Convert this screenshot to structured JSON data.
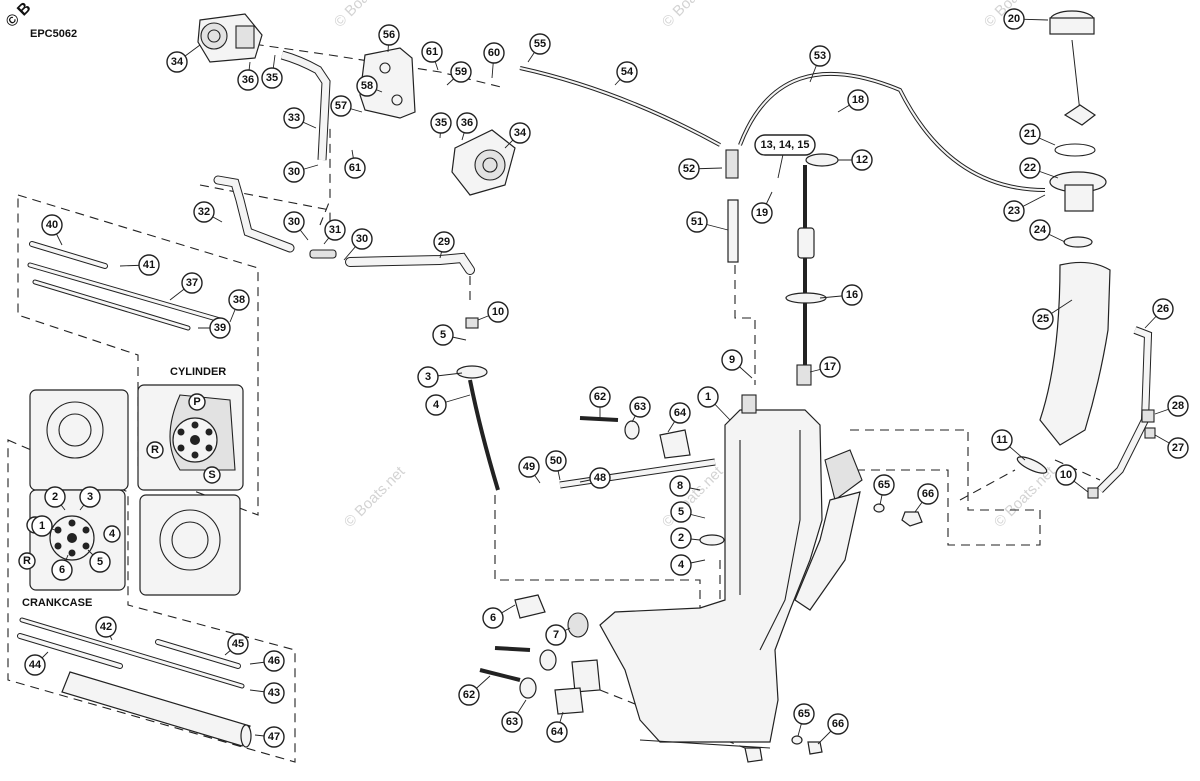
{
  "copyright_mark": "© B",
  "code": "EPC5062",
  "watermark": "© Boats.net",
  "labels": {
    "cylinder": "CYLINDER",
    "crankcase": "CRANKCASE"
  },
  "callouts": [
    "1",
    "2",
    "3",
    "4",
    "5",
    "6",
    "7",
    "8",
    "9",
    "10",
    "11",
    "12",
    "13, 14, 15",
    "16",
    "17",
    "18",
    "19",
    "20",
    "21",
    "22",
    "23",
    "24",
    "25",
    "26",
    "27",
    "28",
    "29",
    "30",
    "31",
    "32",
    "33",
    "34",
    "35",
    "36",
    "37",
    "38",
    "39",
    "40",
    "41",
    "42",
    "43",
    "44",
    "45",
    "46",
    "47",
    "48",
    "49",
    "50",
    "51",
    "52",
    "53",
    "54",
    "55",
    "56",
    "57",
    "58",
    "59",
    "60",
    "61",
    "62",
    "63",
    "64",
    "65",
    "66"
  ],
  "port_letters": {
    "p": "P",
    "r": "R",
    "s": "S",
    "one": "1",
    "two": "2",
    "three": "3",
    "four": "4",
    "five": "5",
    "six": "6"
  }
}
